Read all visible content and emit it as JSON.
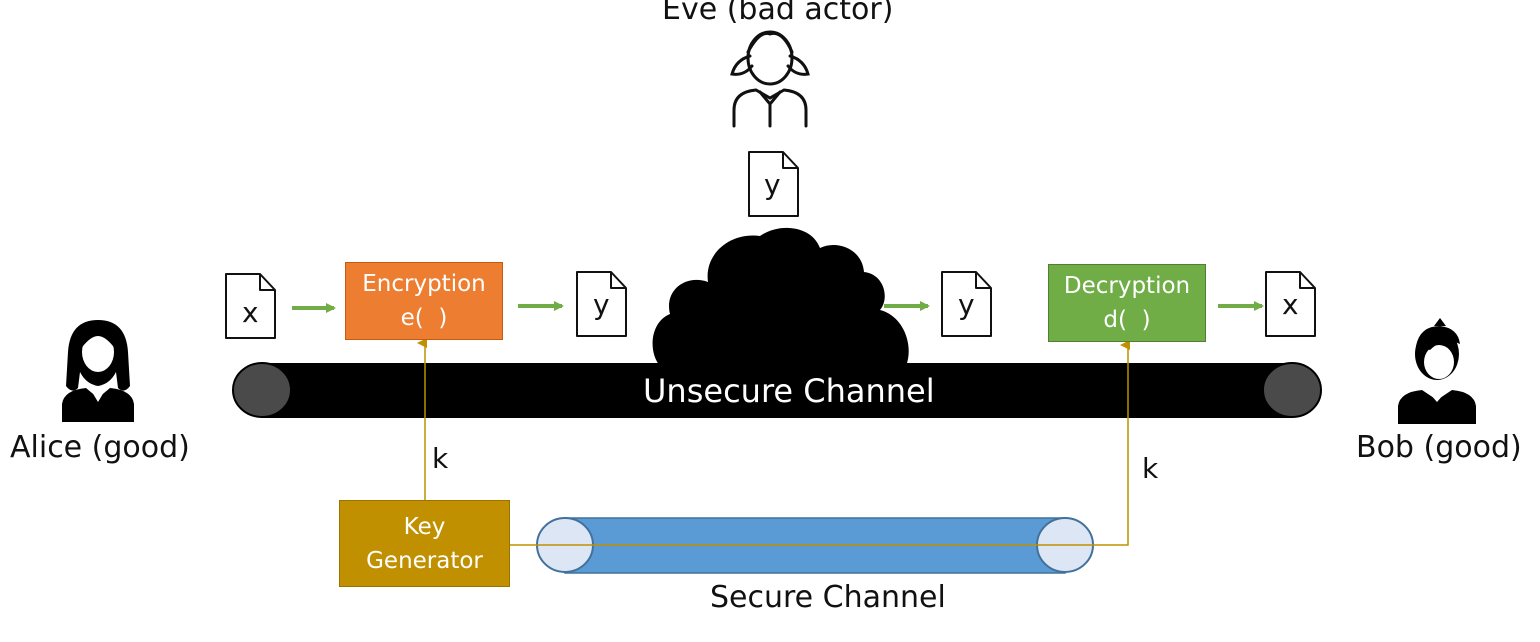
{
  "people": {
    "eve": {
      "label": "Eve (bad actor)",
      "icon": "person-with-pigtails-outline-icon"
    },
    "alice": {
      "label": "Alice (good)",
      "icon": "woman-silhouette-icon"
    },
    "bob": {
      "label": "Bob (good)",
      "icon": "man-silhouette-icon"
    }
  },
  "boxes": {
    "encryption": {
      "line1": "Encryption",
      "line2": "e(  )",
      "color": "#ED7D31"
    },
    "decryption": {
      "line1": "Decryption",
      "line2": "d(  )",
      "color": "#70AD47"
    },
    "key_generator": {
      "line1": "Key",
      "line2": "Generator",
      "color": "#C09000"
    }
  },
  "documents": {
    "eve_doc": "y",
    "plaintext_in": "x",
    "ciphertext_out": "y",
    "ciphertext_in": "y",
    "plaintext_out": "x"
  },
  "channels": {
    "unsecure": {
      "label": "Unsecure Channel",
      "color": "#000000"
    },
    "secure": {
      "label": "Secure Channel",
      "color": "#5B9BD5"
    }
  },
  "keys": {
    "left": "k",
    "right": "k"
  },
  "colors": {
    "arrow": "#70AD47",
    "key_line": "#C09000",
    "cloud": "#000000"
  }
}
